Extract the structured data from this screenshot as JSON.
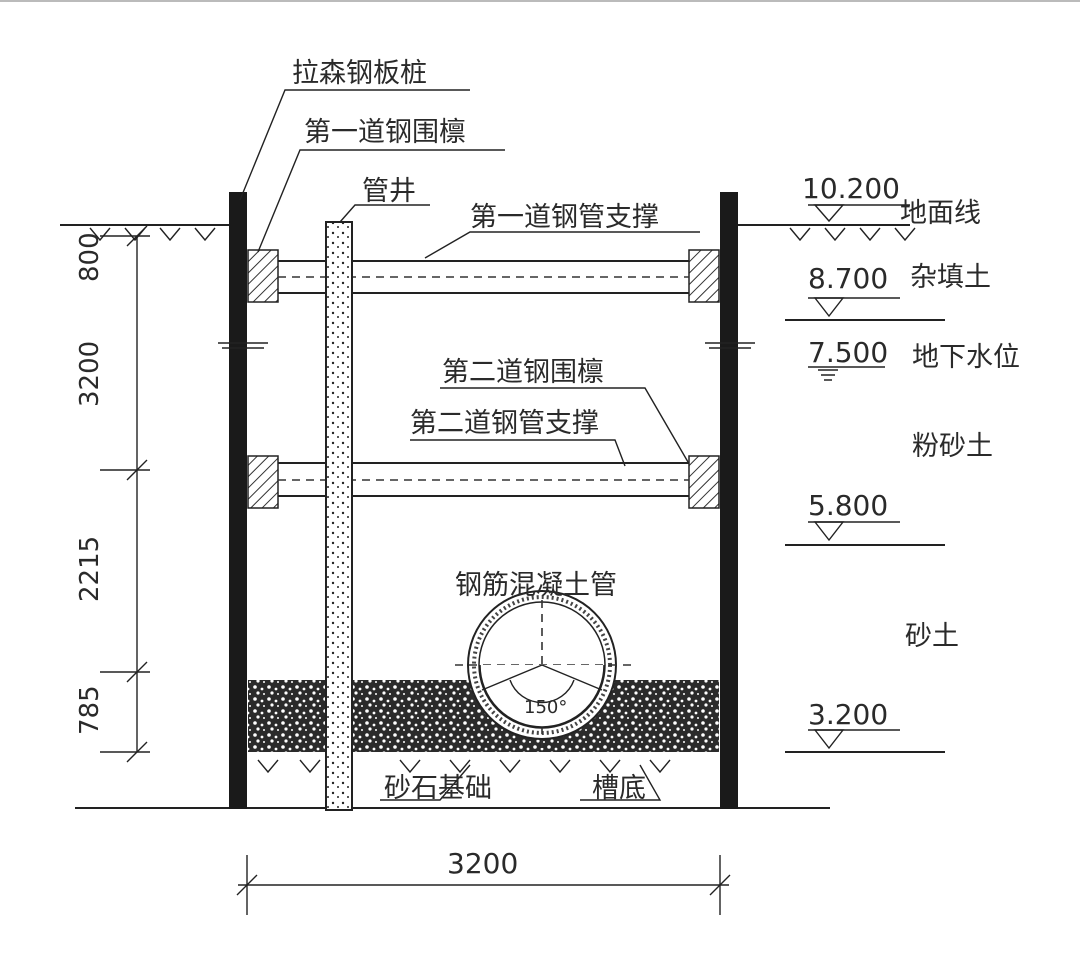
{
  "labels": {
    "sheet_pile": "拉森钢板桩",
    "waling_1": "第一道钢围檩",
    "well": "管井",
    "strut_1": "第一道钢管支撑",
    "waling_2": "第二道钢围檩",
    "strut_2": "第二道钢管支撑",
    "rc_pipe": "钢筋混凝土管",
    "angle": "150°",
    "gravel_base": "砂石基础",
    "trench_bottom": "槽底"
  },
  "elevations": {
    "ground": "10.200",
    "ground_label": "地面线",
    "fill": "8.700",
    "fill_label": "杂填土",
    "water": "7.500",
    "water_label": "地下水位",
    "silt_label": "粉砂土",
    "e580": "5.800",
    "sand_label": "砂土",
    "e320": "3.200"
  },
  "dimensions": {
    "d800": "800",
    "d3200": "3200",
    "d2215": "2215",
    "d785": "785",
    "width": "3200"
  }
}
